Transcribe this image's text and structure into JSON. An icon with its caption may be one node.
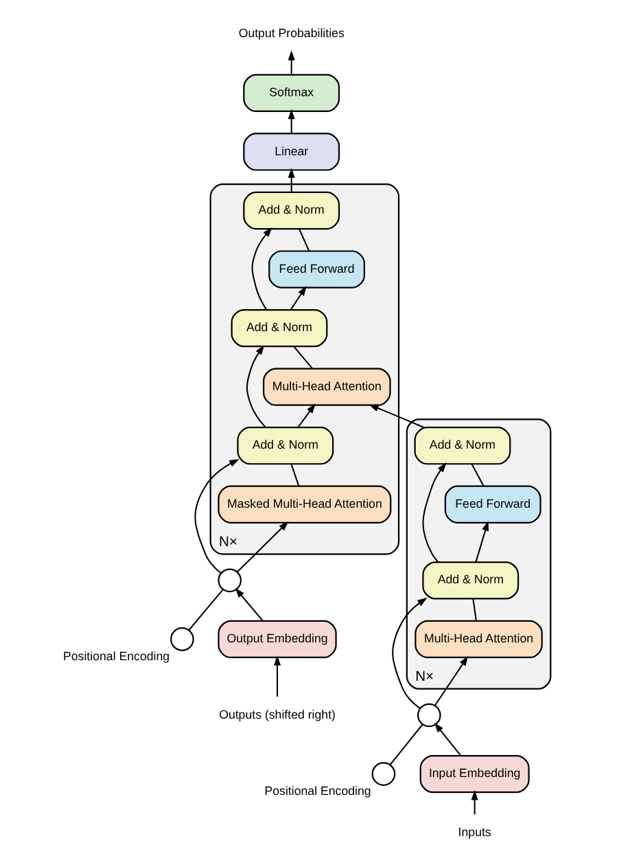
{
  "diagram": {
    "nodes": [
      {
        "text": [
          "N×"
        ]
      },
      {
        "text": [
          "Add & Norm"
        ],
        "in": 0
      },
      {
        "text": [
          "Feed Forward"
        ],
        "in": 0
      },
      {
        "text": [
          "Add & Norm"
        ],
        "in": 0
      },
      {
        "text": [
          "Multi-Head Attention"
        ],
        "in": 0
      },
      {
        "text": [
          "N×"
        ]
      },
      {
        "text": [
          "Add & Norm"
        ],
        "in": 5
      },
      {
        "text": [
          "Feed Forward"
        ],
        "in": 5
      },
      {
        "text": [
          "Add & Norm"
        ],
        "in": 5
      },
      {
        "text": [
          "Multi-Head Attention"
        ],
        "in": 5
      },
      {
        "text": [
          "Add & Norm"
        ],
        "in": 5
      },
      {
        "text": [
          "Masked Multi-Head Attention"
        ],
        "in": 5
      },
      {
        "text": [
          "Output Probabilities"
        ]
      },
      {
        "text": [
          "Softmax"
        ]
      },
      {
        "text": [
          "Linear"
        ]
      },
      {
        "text": [],
        "shape": "circle",
        "beside": [
          "Positional Encoding"
        ]
      },
      {
        "text": [],
        "shape": "circle"
      },
      {
        "text": [
          "Input Embedding"
        ]
      },
      {
        "text": [
          "Inputs"
        ]
      },
      {
        "text": [],
        "shape": "circle",
        "beside": [
          "Positional Encoding"
        ]
      },
      {
        "text": [],
        "shape": "circle"
      },
      {
        "text": [
          "Output Embedding"
        ]
      },
      {
        "text": [
          "Outputs (shifted right)"
        ]
      }
    ],
    "edges": [
      {
        "from": 18,
        "to": 17,
        "arrow": "to"
      },
      {
        "from": 17,
        "to": 16,
        "arrow": "to"
      },
      {
        "from": 15,
        "to": 16,
        "arrow": "none"
      },
      {
        "from": 16,
        "to": 4,
        "arrow": "to"
      },
      {
        "from": 16,
        "to": 3,
        "arrow": "to"
      },
      {
        "from": 4,
        "to": 3,
        "arrow": "none"
      },
      {
        "from": 3,
        "to": 2,
        "arrow": "to"
      },
      {
        "from": 3,
        "to": 1,
        "arrow": "to"
      },
      {
        "from": 2,
        "to": 1,
        "arrow": "none"
      },
      {
        "from": 1,
        "to": 9,
        "arrow": "to"
      },
      {
        "from": 22,
        "to": 21,
        "arrow": "to"
      },
      {
        "from": 21,
        "to": 20,
        "arrow": "to"
      },
      {
        "from": 19,
        "to": 20,
        "arrow": "none"
      },
      {
        "from": 20,
        "to": 11,
        "arrow": "to"
      },
      {
        "from": 20,
        "to": 10,
        "arrow": "to"
      },
      {
        "from": 11,
        "to": 10,
        "arrow": "none"
      },
      {
        "from": 10,
        "to": 9,
        "arrow": "to"
      },
      {
        "from": 10,
        "to": 8,
        "arrow": "to"
      },
      {
        "from": 9,
        "to": 8,
        "arrow": "none"
      },
      {
        "from": 8,
        "to": 7,
        "arrow": "to"
      },
      {
        "from": 8,
        "to": 6,
        "arrow": "to"
      },
      {
        "from": 7,
        "to": 6,
        "arrow": "none"
      },
      {
        "from": 6,
        "to": 14,
        "arrow": "to"
      },
      {
        "from": 14,
        "to": 13,
        "arrow": "to"
      },
      {
        "from": 13,
        "to": 12,
        "arrow": "to"
      }
    ]
  }
}
